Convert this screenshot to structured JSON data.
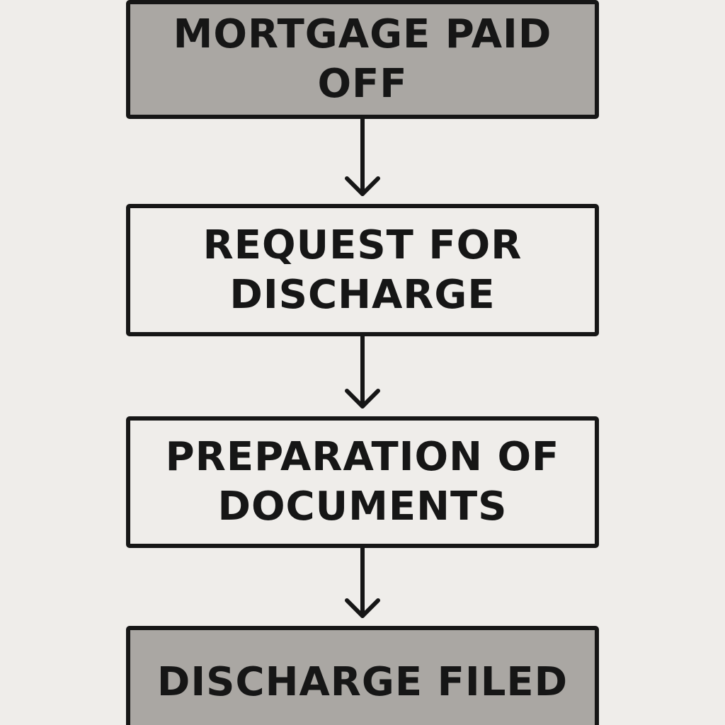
{
  "flowchart": {
    "steps": [
      {
        "label": "MORTGAGE PAID OFF",
        "kind": "terminal"
      },
      {
        "label": "REQUEST FOR DISCHARGE",
        "kind": "process"
      },
      {
        "label": "PREPARATION OF DOCUMENTS",
        "kind": "process"
      },
      {
        "label": "DISCHARGE FILED",
        "kind": "terminal"
      }
    ],
    "connectors": [
      {
        "from": 0,
        "to": 1
      },
      {
        "from": 1,
        "to": 2
      },
      {
        "from": 2,
        "to": 3
      }
    ]
  },
  "colors": {
    "background": "#efedea",
    "terminal_fill": "#aaa7a3",
    "process_fill": "#efedea",
    "stroke": "#161616"
  },
  "icons": {
    "connector": "arrow-down-icon"
  }
}
